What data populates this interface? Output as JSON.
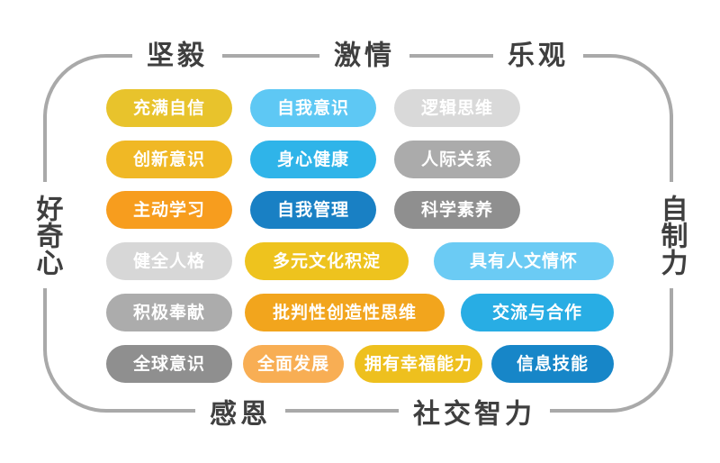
{
  "frame": {
    "border_color": "#A9A9A9",
    "label_color": "#3F3F3F",
    "top_labels": [
      "坚毅",
      "激情",
      "乐观"
    ],
    "left_label": "好奇心",
    "right_label": "自制力",
    "bottom_labels": [
      "感恩",
      "社交智力"
    ]
  },
  "pills": [
    {
      "label": "充满自信",
      "color": "#E8C32C"
    },
    {
      "label": "自我意识",
      "color": "#5EC8F4"
    },
    {
      "label": "逻辑思维",
      "color": "#D9D9D9"
    },
    {
      "label": "创新意识",
      "color": "#F0B825"
    },
    {
      "label": "身心健康",
      "color": "#2FB4E9"
    },
    {
      "label": "人际关系",
      "color": "#ABABAB"
    },
    {
      "label": "主动学习",
      "color": "#F79D1E"
    },
    {
      "label": "自我管理",
      "color": "#1980C4"
    },
    {
      "label": "科学素养",
      "color": "#8F8F8F"
    },
    {
      "label": "健全人格",
      "color": "#D7D7D7"
    },
    {
      "label": "多元文化积淀",
      "color": "#EEC31E"
    },
    {
      "label": "具有人文情怀",
      "color": "#6BCBF4"
    },
    {
      "label": "积极奉献",
      "color": "#ACACAC"
    },
    {
      "label": "批判性创造性思维",
      "color": "#F2A51D"
    },
    {
      "label": "交流与合作",
      "color": "#28ADE4"
    },
    {
      "label": "全球意识",
      "color": "#8F8F8F"
    },
    {
      "label": "全面发展",
      "color": "#F8AE54"
    },
    {
      "label": "拥有幸福能力",
      "color": "#EEC01E"
    },
    {
      "label": "信息技能",
      "color": "#1786C8"
    }
  ]
}
